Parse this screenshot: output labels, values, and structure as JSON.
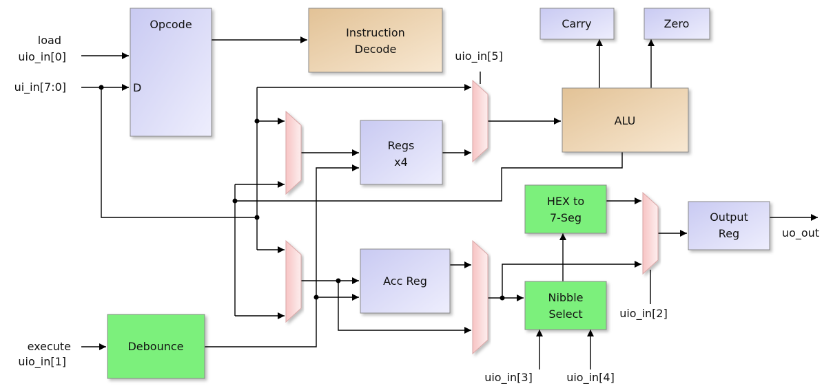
{
  "colors": {
    "blue_block": "#d9daf8",
    "tan_block": "#f0d9b5",
    "green_block": "#7cf07c",
    "mux_fill": "#fbd6d6",
    "wire": "#000000"
  },
  "blocks": {
    "opcode": {
      "label": "Opcode"
    },
    "instruction_decode": {
      "line1": "Instruction",
      "line2": "Decode"
    },
    "carry": {
      "label": "Carry"
    },
    "zero": {
      "label": "Zero"
    },
    "alu": {
      "label": "ALU"
    },
    "regs": {
      "line1": "Regs",
      "line2": "x4"
    },
    "acc_reg": {
      "label": "Acc Reg"
    },
    "hex_to_7seg": {
      "line1": "HEX to",
      "line2": "7-Seg"
    },
    "nibble_select": {
      "line1": "Nibble",
      "line2": "Select"
    },
    "output_reg": {
      "line1": "Output",
      "line2": "Reg"
    },
    "debounce": {
      "label": "Debounce"
    }
  },
  "signals": {
    "load": "load",
    "uio_in_0": "uio_in[0]",
    "ui_in": "ui_in[7:0]",
    "d_pin": "D",
    "uio_in_5": "uio_in[5]",
    "execute": "execute",
    "uio_in_1": "uio_in[1]",
    "uio_in_2": "uio_in[2]",
    "uio_in_3": "uio_in[3]",
    "uio_in_4": "uio_in[4]",
    "uo_out": "uo_out"
  }
}
